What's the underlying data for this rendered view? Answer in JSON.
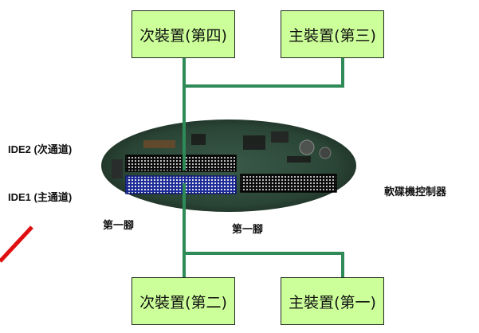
{
  "devices": {
    "top_left": "次裝置(第四)",
    "top_right": "主裝置(第三)",
    "bottom_left": "次裝置(第二)",
    "bottom_right": "主裝置(第一)"
  },
  "labels": {
    "ide2": "IDE2 (次通道)",
    "ide1": "IDE1 (主通道)",
    "floppy": "軟碟機控制器",
    "pin1_left": "第一腳",
    "pin1_right": "第一腳"
  },
  "colors": {
    "box_fill": "#ccff99",
    "cable": "#2e8b57",
    "ide2_connector": "#1a1a1a",
    "ide1_connector": "#2a3bb0",
    "pointer": "#e01010"
  }
}
